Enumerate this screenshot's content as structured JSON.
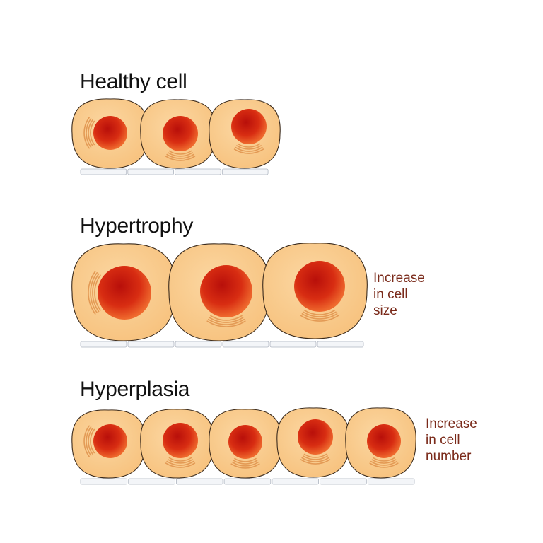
{
  "colors": {
    "cytoplasm": "#f7c27e",
    "cytoplasm_light": "#fbd7a2",
    "membrane": "#3a2a1c",
    "nucleus_core": "#b80f0a",
    "nucleus_mid": "#d82d12",
    "nucleus_edge": "#ef6a2e",
    "organelle": "#e39a55",
    "basement": "#f3f5f8",
    "basement_stroke": "#aeb5c0",
    "annotation": "#7a2a1a"
  },
  "sections": [
    {
      "title": "Healthy cell",
      "note": [],
      "cells": 3
    },
    {
      "title": "Hypertrophy",
      "note": [
        "Increase",
        "in cell",
        "size"
      ],
      "cells": 3
    },
    {
      "title": "Hyperplasia",
      "note": [
        "Increase",
        "in cell",
        "number"
      ],
      "cells": 5
    }
  ]
}
